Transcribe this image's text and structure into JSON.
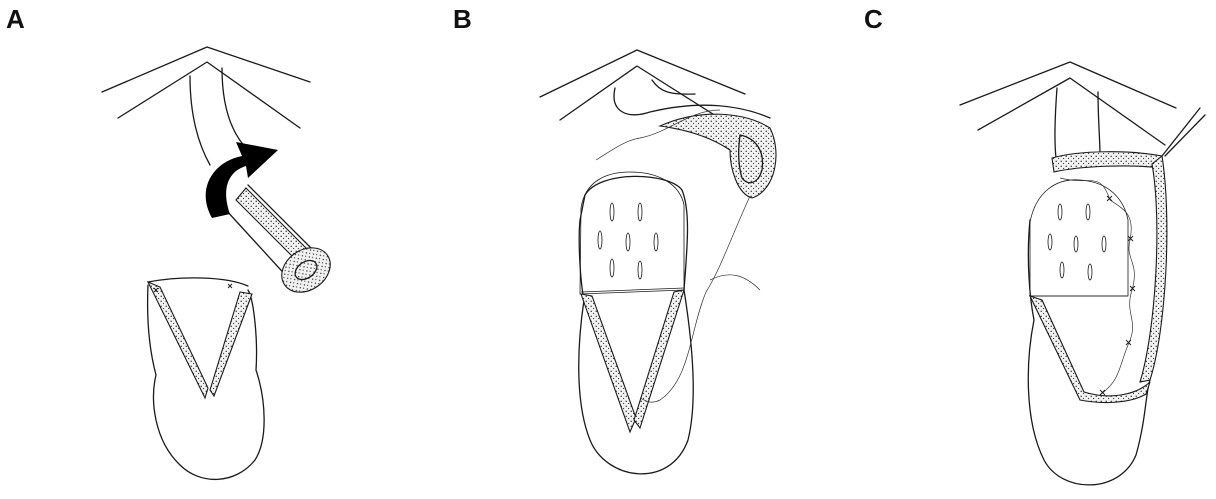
{
  "panels": [
    {
      "label": "A"
    },
    {
      "label": "B"
    },
    {
      "label": "C"
    }
  ],
  "colors": {
    "ink": "#1a1a1a",
    "arrow": "#000000",
    "background": "#ffffff"
  }
}
